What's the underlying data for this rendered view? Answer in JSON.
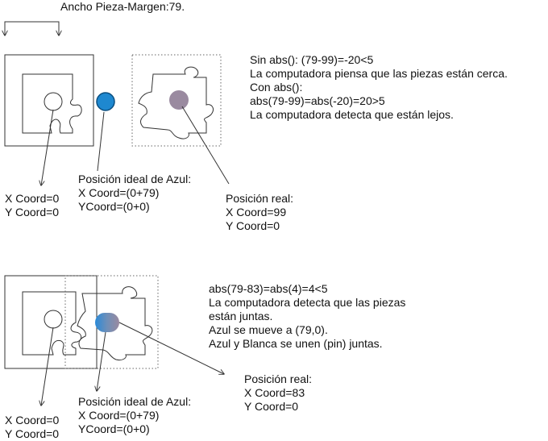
{
  "header": {
    "width_label": "Ancho Pieza-Margen:79."
  },
  "top": {
    "explanation": [
      "Sin abs(): (79-99)=-20<5",
      "La computadora piensa que las piezas están cerca.",
      "Con abs():",
      "abs(79-99)=abs(-20)=20>5",
      "La computadora detecta que están lejos."
    ],
    "white_coords": [
      "X Coord=0",
      "Y Coord=0"
    ],
    "ideal": [
      "Posición ideal de Azul:",
      "X Coord=(0+79)",
      "YCoord=(0+0)"
    ],
    "real": [
      "Posición real:",
      "X Coord=99",
      "Y Coord=0"
    ]
  },
  "bottom": {
    "explanation": [
      "abs(79-83)=abs(4)=4<5",
      "La computadora detecta que las piezas",
      "están juntas.",
      "Azul se mueve a (79,0).",
      "Azul y Blanca se unen (pin) juntas."
    ],
    "white_coords": [
      "X Coord=0",
      "Y Coord=0"
    ],
    "ideal": [
      "Posición ideal de Azul:",
      "X Coord=(0+79)",
      "YCoord=(0+0)"
    ],
    "real": [
      "Posición real:",
      "X Coord=83",
      "Y Coord=0"
    ]
  },
  "colors": {
    "blue_marker": "#1e88d0",
    "blue_marker_stroke": "#0b4f80",
    "gray_marker": "#9a8aa0",
    "line": "#333333",
    "dotted_frame": "#666666"
  }
}
